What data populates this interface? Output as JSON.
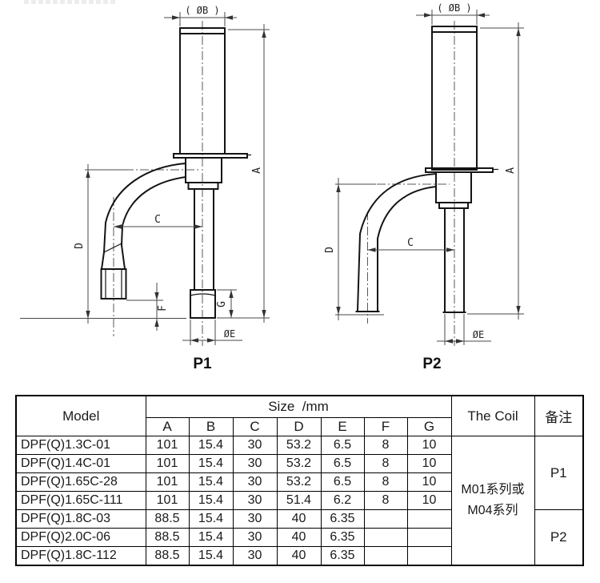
{
  "drawings": {
    "p1": {
      "caption": "P1",
      "dim_b": "( ØB )",
      "dim_a": "A",
      "dim_c": "C",
      "dim_d": "D",
      "dim_f": "F",
      "dim_g": "G",
      "dim_e": "ØE"
    },
    "p2": {
      "caption": "P2",
      "dim_b": "( ØB )",
      "dim_a": "A",
      "dim_c": "C",
      "dim_d": "D",
      "dim_e": "ØE"
    }
  },
  "table": {
    "headers": {
      "model": "Model",
      "size": "Size  /mm",
      "coil": "The Coil",
      "remark": "备注"
    },
    "size_columns": [
      "A",
      "B",
      "C",
      "D",
      "E",
      "F",
      "G"
    ],
    "rows": [
      {
        "model": "DPF(Q)1.3C-01",
        "a": "101",
        "b": "15.4",
        "c": "30",
        "d": "53.2",
        "e": "6.5",
        "f": "8",
        "g": "10"
      },
      {
        "model": "DPF(Q)1.4C-01",
        "a": "101",
        "b": "15.4",
        "c": "30",
        "d": "53.2",
        "e": "6.5",
        "f": "8",
        "g": "10"
      },
      {
        "model": "DPF(Q)1.65C-28",
        "a": "101",
        "b": "15.4",
        "c": "30",
        "d": "53.2",
        "e": "6.5",
        "f": "8",
        "g": "10"
      },
      {
        "model": "DPF(Q)1.65C-111",
        "a": "101",
        "b": "15.4",
        "c": "30",
        "d": "51.4",
        "e": "6.2",
        "f": "8",
        "g": "10"
      },
      {
        "model": "DPF(Q)1.8C-03",
        "a": "88.5",
        "b": "15.4",
        "c": "30",
        "d": "40",
        "e": "6.35",
        "f": "",
        "g": ""
      },
      {
        "model": "DPF(Q)2.0C-06",
        "a": "88.5",
        "b": "15.4",
        "c": "30",
        "d": "40",
        "e": "6.35",
        "f": "",
        "g": ""
      },
      {
        "model": "DPF(Q)1.8C-112",
        "a": "88.5",
        "b": "15.4",
        "c": "30",
        "d": "40",
        "e": "6.35",
        "f": "",
        "g": ""
      }
    ],
    "coil_lines": [
      "M01系列或",
      "M04系列"
    ],
    "remark_groups": [
      {
        "label": "P1"
      },
      {
        "label": "P2"
      }
    ]
  }
}
